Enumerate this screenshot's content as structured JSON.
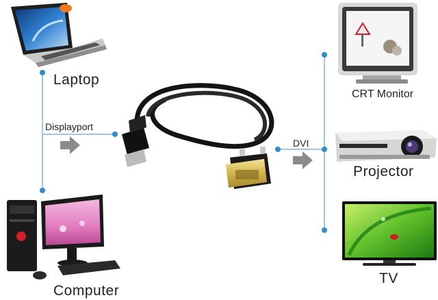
{
  "labels": {
    "laptop": "Laptop",
    "computer": "Computer",
    "displayport": "Displayport",
    "dvi": "DVI",
    "crt_monitor": "CRT Monitor",
    "projector": "Projector",
    "tv": "TV"
  },
  "colors": {
    "connector_line": "#7fb6d6",
    "connector_dot": "#2d8ec8",
    "arrow": "#8a8a8a",
    "text": "#222222"
  }
}
